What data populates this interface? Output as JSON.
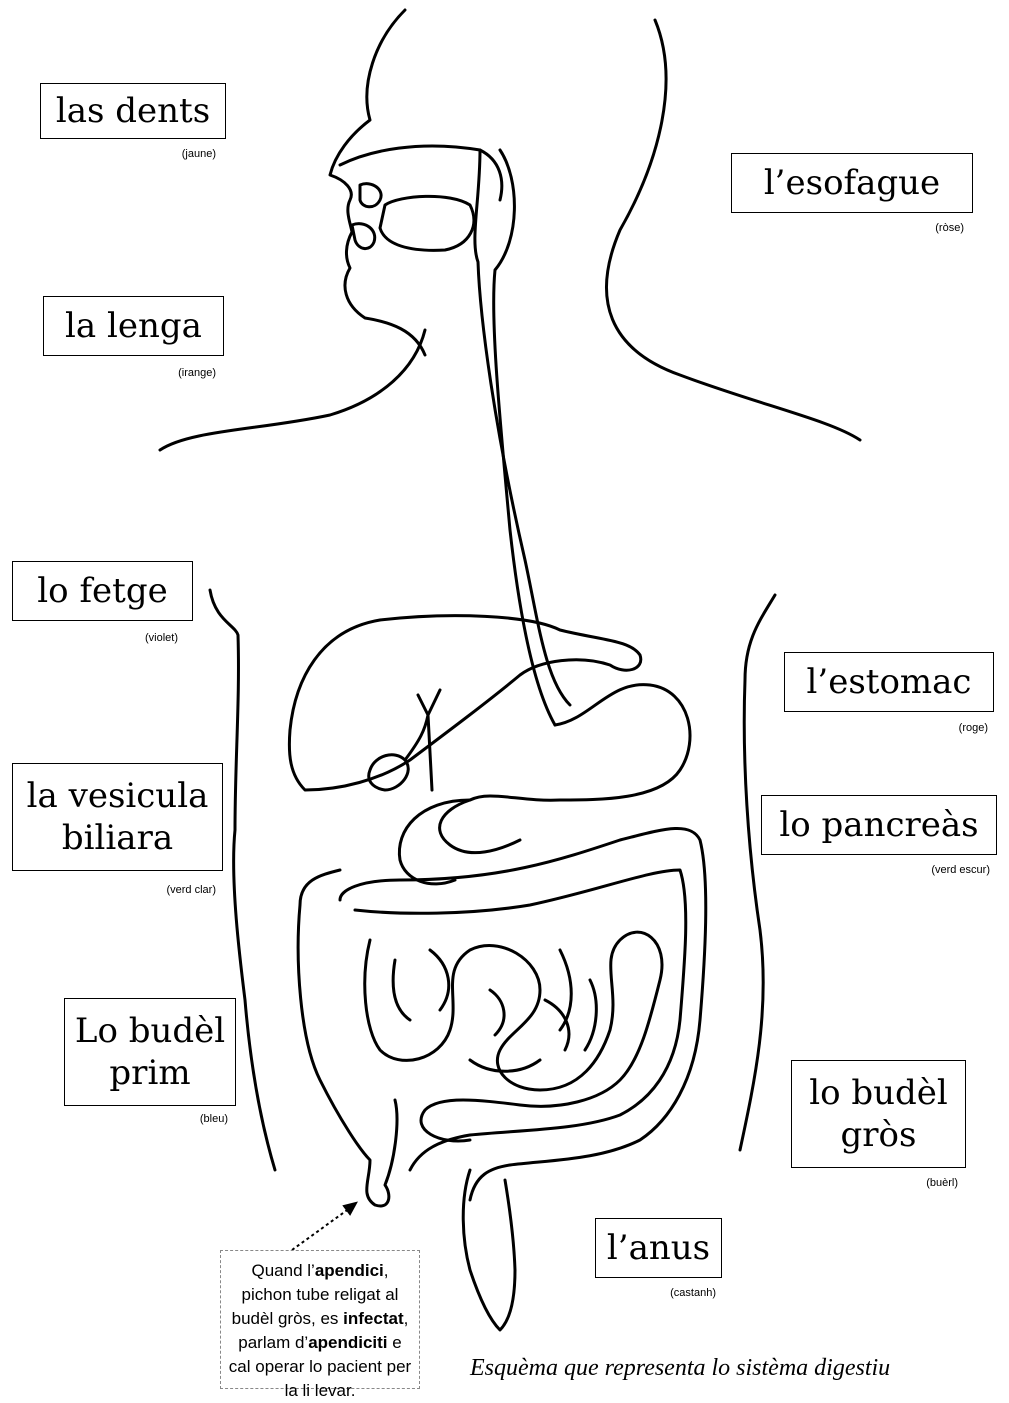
{
  "labels": {
    "dents": {
      "name": "las dents",
      "color": "(jaune)"
    },
    "lenga": {
      "name": "la lenga",
      "color": "(irange)"
    },
    "fetge": {
      "name": "lo fetge",
      "color": "(violet)"
    },
    "vesicula": {
      "line1": "la vesicula",
      "line2": "biliara",
      "color": "(verd clar)"
    },
    "budel_prim": {
      "line1": "Lo budèl",
      "line2": "prim",
      "color": "(bleu)"
    },
    "esofague": {
      "name": "l’esofague",
      "color": "(ròse)"
    },
    "estomac": {
      "name": "l’estomac",
      "color": "(roge)"
    },
    "pancreas": {
      "name": "lo pancreàs",
      "color": "(verd escur)"
    },
    "budel_gros": {
      "line1": "lo budèl",
      "line2": "gròs",
      "color": "(buèrl)"
    },
    "anus": {
      "name": "l’anus",
      "color": "(castanh)"
    }
  },
  "note": {
    "t1": "Quand l’",
    "b1": "apendici",
    "t2": ", pichon tube religat al budèl gròs, es ",
    "b2": "infectat",
    "t3": ", parlam d’",
    "b3": "apendiciti",
    "t4": " e cal operar lo pacient per la li levar."
  },
  "caption": "Esquèma que representa lo sistèma digestiu",
  "colors": {
    "line": "#000000",
    "background": "#ffffff",
    "note_border": "#888888"
  }
}
